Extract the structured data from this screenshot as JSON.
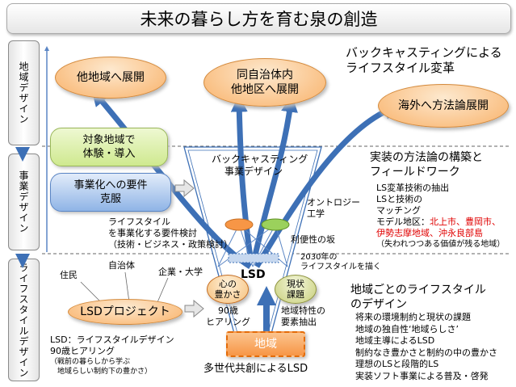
{
  "title": "未来の暮らし方を育む泉の創造",
  "sidebar": {
    "top": "地域デザイン",
    "middle": "事業デザイン",
    "bottom": "ライフスタイルデザイン"
  },
  "goals": {
    "region": "他地域へ展開",
    "municipal_line1": "同自治体内",
    "municipal_line2": "他地区へ展開",
    "overseas": "海外へ方法論展開"
  },
  "backcasting_reform_line1": "バックキャスティングによる",
  "backcasting_reform_line2": "ライフスタイル変革",
  "target_area_line1": "対象地域で",
  "target_area_line2": "体験・導入",
  "business_req_line1": "事業化への要件",
  "business_req_line2": "克服",
  "lifestyle_req": [
    "ライフスタイル",
    "を事業化する要件検討",
    "（技術・ビジネス・政策検討）"
  ],
  "funnel": {
    "backcasting_line1": "バックキャスティング",
    "backcasting_line2": "事業デザイン",
    "ontology_line1": "オントロジー",
    "ontology_line2": "工学",
    "convenience": "利便性の坂",
    "year_line1": "2030年の",
    "year_line2": "ライフスタイルを描く",
    "lsd": "LSD",
    "heart_line1": "心の",
    "heart_line2": "豊かさ",
    "current_line1": "現状",
    "current_line2": "課題",
    "age_line1": "90歳",
    "age_line2": "ヒアリング",
    "extract_line1": "地域特性の",
    "extract_line2": "要素抽出",
    "region": "地域",
    "cocreation": "多世代共創によるLSD"
  },
  "stakeholders": {
    "residents": "住民",
    "municipality": "自治体",
    "companies": "企業・大学"
  },
  "lsd_project": "LSDプロジェクト",
  "legend": [
    "LSD：ライフスタイルデザイン",
    "90歳ヒアリング",
    "（戦前の暮らしから学ぶ",
    "　地域らしい制約下の豊かさ）"
  ],
  "implementation": {
    "heading_line1": "実装の方法論の構築と",
    "heading_line2": "フィールドワーク",
    "items": [
      "LS変革技術の抽出",
      "LSと技術の",
      "マッチング"
    ],
    "model_label": "モデル地区：",
    "model_line1": "北上市、豊岡市、",
    "model_line2": "伊勢志摩地域、沖永良部島",
    "note": "（失われつつある価値が残る地域）"
  },
  "regional": {
    "heading_line1": "地域ごとのライフスタイル",
    "heading_line2": "のデザイン",
    "items": [
      "将来の環境制約と現状の課題",
      "地域の独自性‘地域らしさ’",
      "地域主導によるLSD",
      "制約なき豊かさと制約の中の豊かさ",
      "理想のLSと段階的LS",
      "実装ソフト事業による普及・啓発"
    ]
  },
  "colors": {
    "arrow_blue": "#3d70b6",
    "oval_orange": "#f9b26a",
    "green_box": "#d8ee9e",
    "blue_box": "#8fb4e6",
    "region_box": "#f79646",
    "accent_red": "#e00000"
  }
}
